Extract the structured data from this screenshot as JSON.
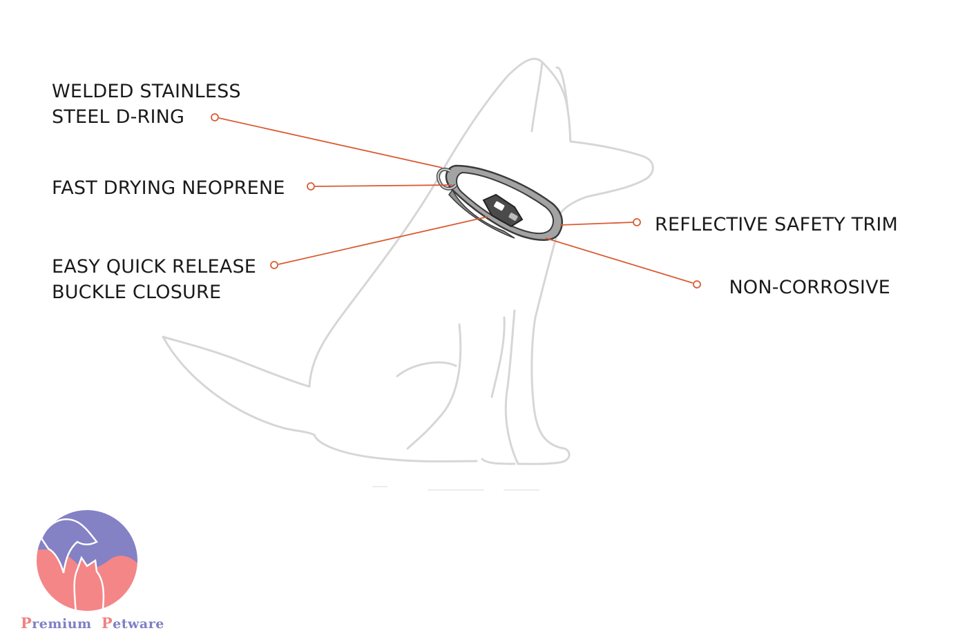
{
  "callouts": {
    "dring": {
      "line1": "WELDED STAINLESS",
      "line2": "STEEL D-RING"
    },
    "neoprene": {
      "line1": "FAST DRYING NEOPRENE"
    },
    "buckle": {
      "line1": "EASY QUICK RELEASE",
      "line2": "BUCKLE CLOSURE"
    },
    "trim": {
      "line1": "REFLECTIVE SAFETY TRIM"
    },
    "corrosive": {
      "line1": "NON-CORROSIVE"
    }
  },
  "brand": {
    "word1_cap": "P",
    "word1_rest": "remium",
    "word2_cap": "P",
    "word2_rest": "etware"
  },
  "colors": {
    "leader_line": "#d95b32",
    "dog_outline": "#d3d3d3",
    "collar": "#9a9a9a",
    "logo_purple": "#8481c5",
    "logo_pink": "#f48687"
  },
  "icons": {
    "dog_silhouette": "sitting-dog-outline",
    "collar": "dog-collar",
    "logo": "dog-and-cat-circle-logo"
  }
}
